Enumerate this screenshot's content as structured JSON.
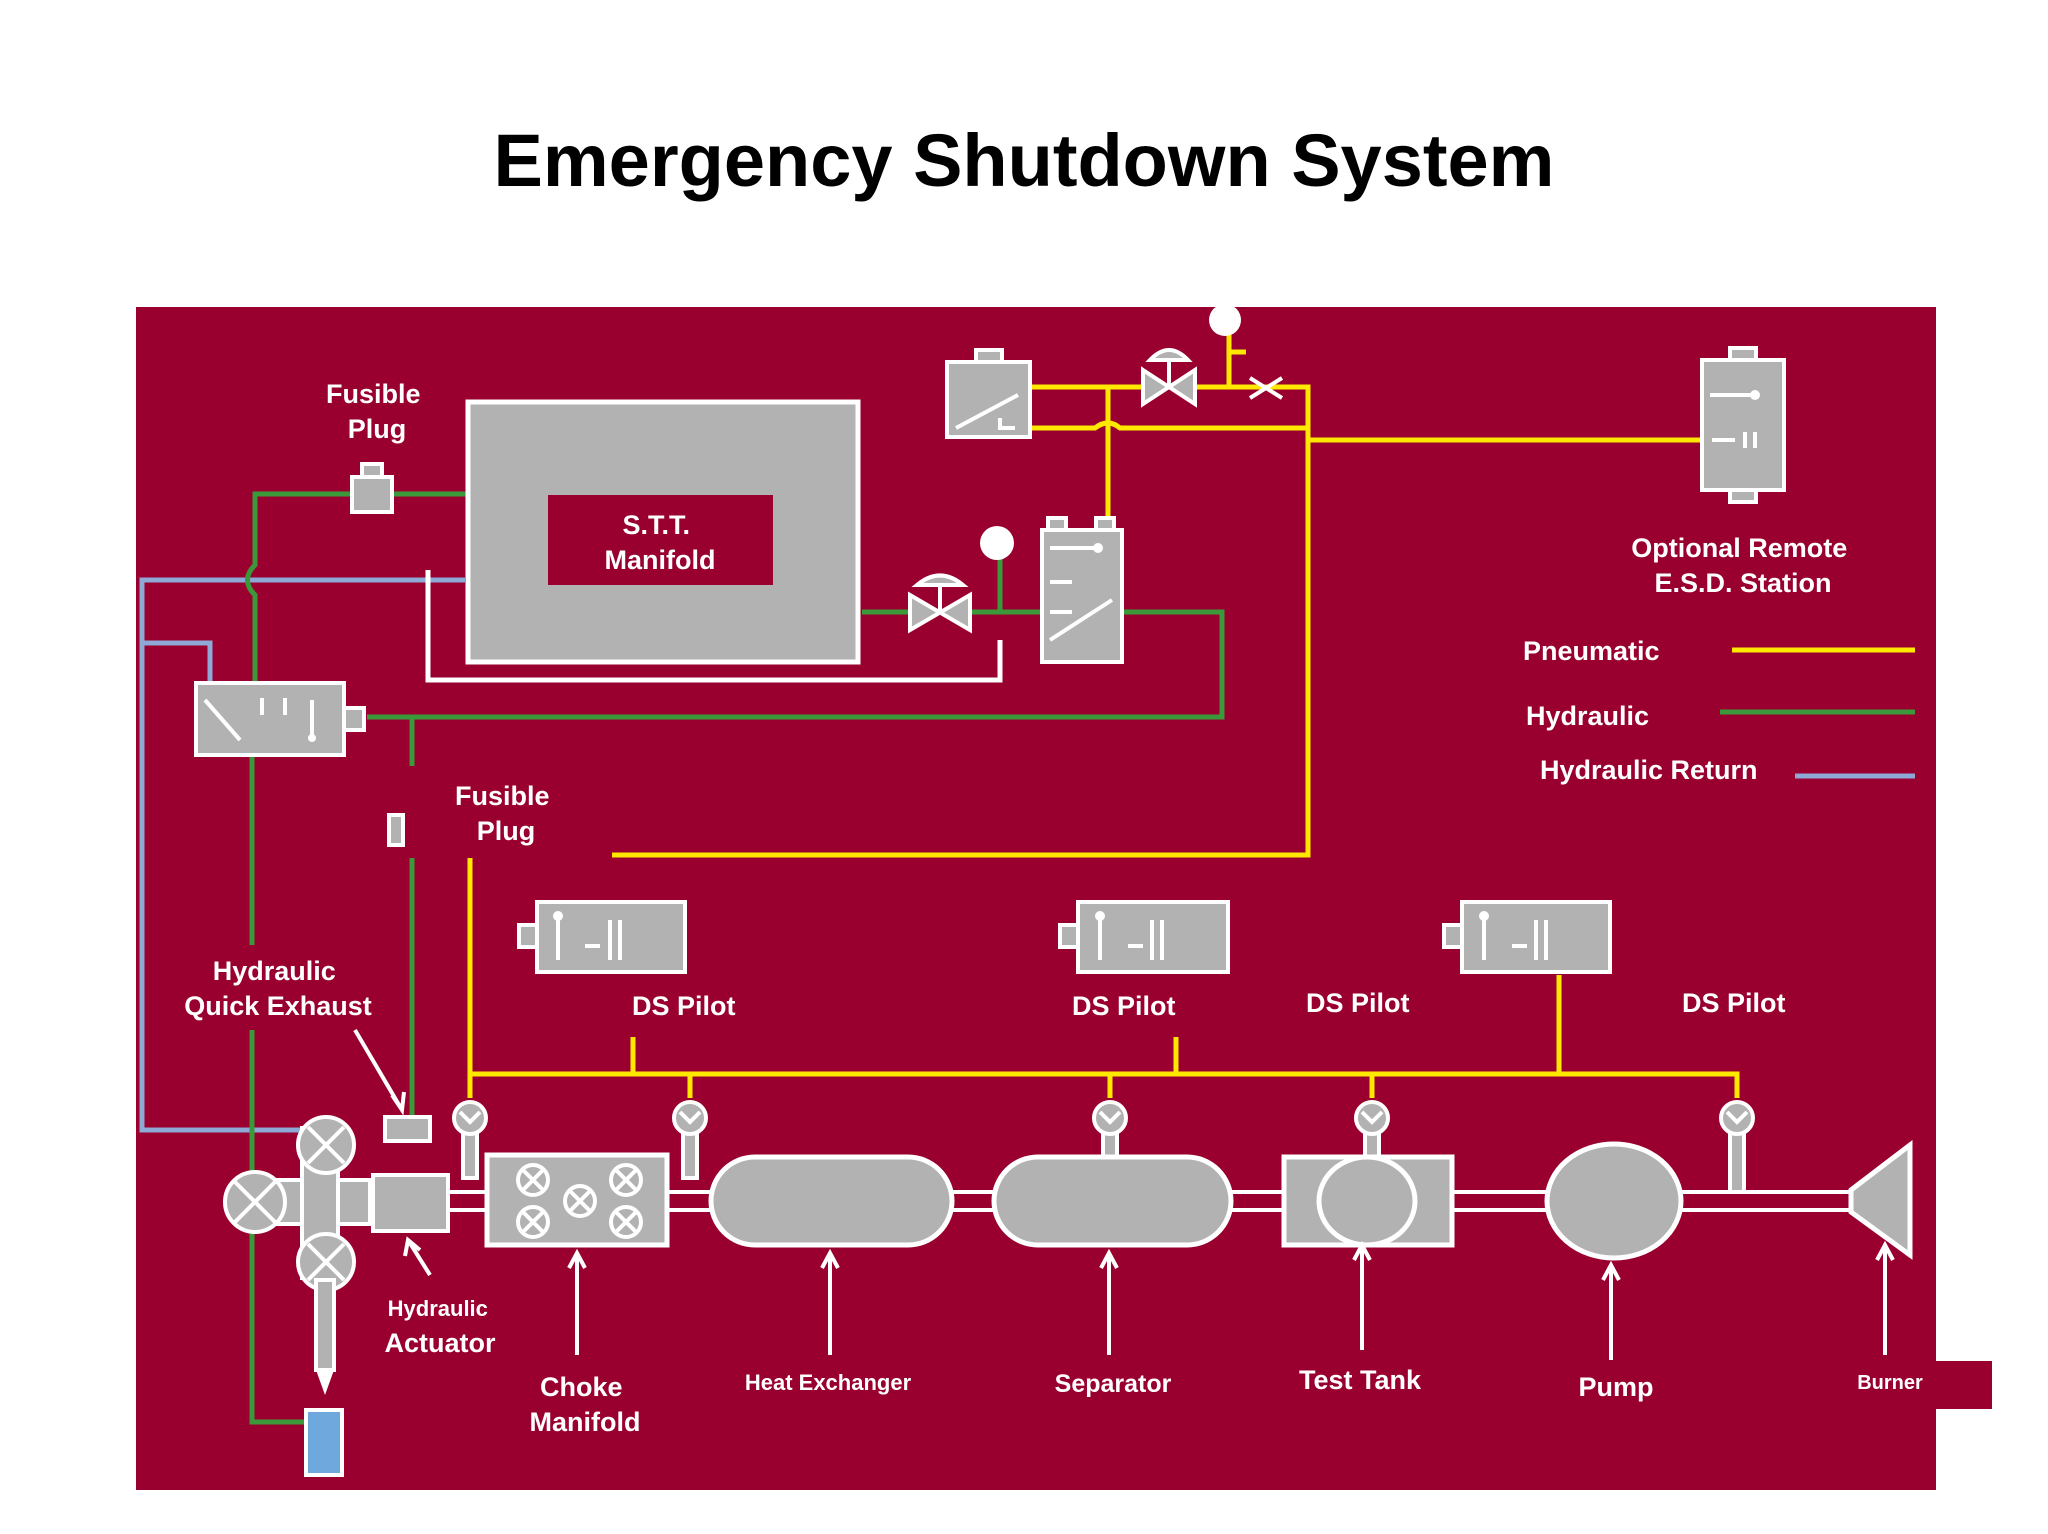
{
  "title": "Emergency Shutdown System",
  "colors": {
    "background": "#99002f",
    "equipment": "#b2b2b2",
    "pneumatic": "#ffe800",
    "hydraulic": "#3a9a3a",
    "hydraulic_return": "#8fa9d6"
  },
  "labels": {
    "fusible_plug_top": [
      "Fusible",
      "Plug"
    ],
    "stt_manifold": [
      "S.T.T.",
      "Manifold"
    ],
    "optional_remote": [
      "Optional Remote",
      "E.S.D. Station"
    ],
    "fusible_plug_mid": [
      "Fusible",
      "Plug"
    ],
    "hydraulic_quick_exhaust": [
      "Hydraulic",
      "Quick Exhaust"
    ],
    "ds_pilot_1": "DS Pilot",
    "ds_pilot_2": "DS Pilot",
    "ds_pilot_3": "DS Pilot",
    "ds_pilot_4": "DS Pilot",
    "hydraulic_actuator": [
      "Hydraulic",
      "Actuator"
    ],
    "choke_manifold": [
      "Choke",
      "Manifold"
    ],
    "heat_exchanger": "Heat Exchanger",
    "separator": "Separator",
    "test_tank": "Test Tank",
    "pump": "Pump",
    "burner": "Burner"
  },
  "legend": [
    {
      "label": "Pneumatic",
      "color": "#ffe800"
    },
    {
      "label": "Hydraulic",
      "color": "#3a9a3a"
    },
    {
      "label": "Hydraulic Return",
      "color": "#8fa9d6"
    }
  ]
}
